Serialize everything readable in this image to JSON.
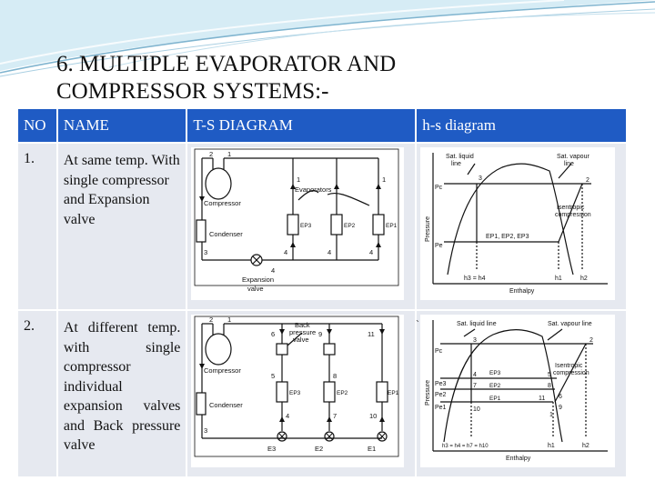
{
  "slide": {
    "title_line1": "6. MULTIPLE EVAPORATOR AND",
    "title_line2": "COMPRESSOR SYSTEMS:-"
  },
  "table": {
    "headers": [
      "NO",
      "NAME",
      "T-S DIAGRAM",
      "h-s diagram"
    ],
    "rows": [
      {
        "no": "1.",
        "name": " At same temp. With single compressor and Expansion valve"
      },
      {
        "no": "2.",
        "name": "At different temp. with single compressor individual expansion valves and Back pressure valve"
      }
    ]
  },
  "diagram1_ts": {
    "compressor": "Compressor",
    "evaporators": "Evaporators",
    "condenser": "Condenser",
    "expansion_valve_1": "Expansion",
    "expansion_valve_2": "valve",
    "ep3": "EP3",
    "ep2": "EP2",
    "ep1": "EP1",
    "p2": "2",
    "p1a": "1",
    "p1b": "1",
    "p1c": "1",
    "p3": "3",
    "p4a": "4",
    "p4b": "4",
    "p4c": "4",
    "p4d": "4"
  },
  "diagram1_hs": {
    "sat_liquid_1": "Sat. liquid",
    "sat_liquid_2": "line",
    "sat_vapour_1": "Sat. vapour",
    "sat_vapour_2": "line",
    "isen_1": "Isentropic",
    "isen_2": "compression",
    "pressure": "Pressure",
    "enthalpy": "Enthalpy",
    "pc": "Pc",
    "pe": "Pe",
    "p3": "3",
    "p2": "2",
    "ep_label": "EP1, EP2, EP3",
    "h3h4": "h3 = h4",
    "h1": "h1",
    "h2": "h2"
  },
  "diagram2_ts": {
    "back_1": "Back",
    "back_2": "pressure",
    "back_3": "valve",
    "compressor": "Compressor",
    "condenser": "Condenser",
    "ep3": "EP3",
    "ep2": "EP2",
    "ep1": "EP1",
    "e3": "E3",
    "e2": "E2",
    "e1": "E1",
    "p2": "2",
    "p1": "1",
    "p3": "3",
    "p6": "6",
    "p9": "9",
    "p11": "11",
    "p5": "5",
    "p8": "8",
    "p4": "4",
    "p7": "7",
    "p10": "10"
  },
  "diagram2_hs": {
    "sat_liquid": "Sat. liquid line",
    "sat_vapour": "Sat. vapour line",
    "isen_1": "Isentropic",
    "isen_2": "compression",
    "pressure": "Pressure",
    "enthalpy": "Enthalpy",
    "pc": "Pc",
    "pe3": "Pe3",
    "pe2": "Pe2",
    "pe1": "Pe1",
    "ep3": "EP3",
    "ep2": "EP2",
    "ep1": "EP1",
    "n3": "3",
    "n2": "2",
    "n4": "4",
    "n5": "5",
    "n7": "7",
    "n8": "8",
    "n10": "10",
    "n11": "11",
    "n6": "6",
    "n9": "9",
    "n1": "1",
    "h_eq": "h3 = h4 = h7 = h10",
    "h1": "h1",
    "h2": "h2"
  },
  "stray_mark": "`"
}
